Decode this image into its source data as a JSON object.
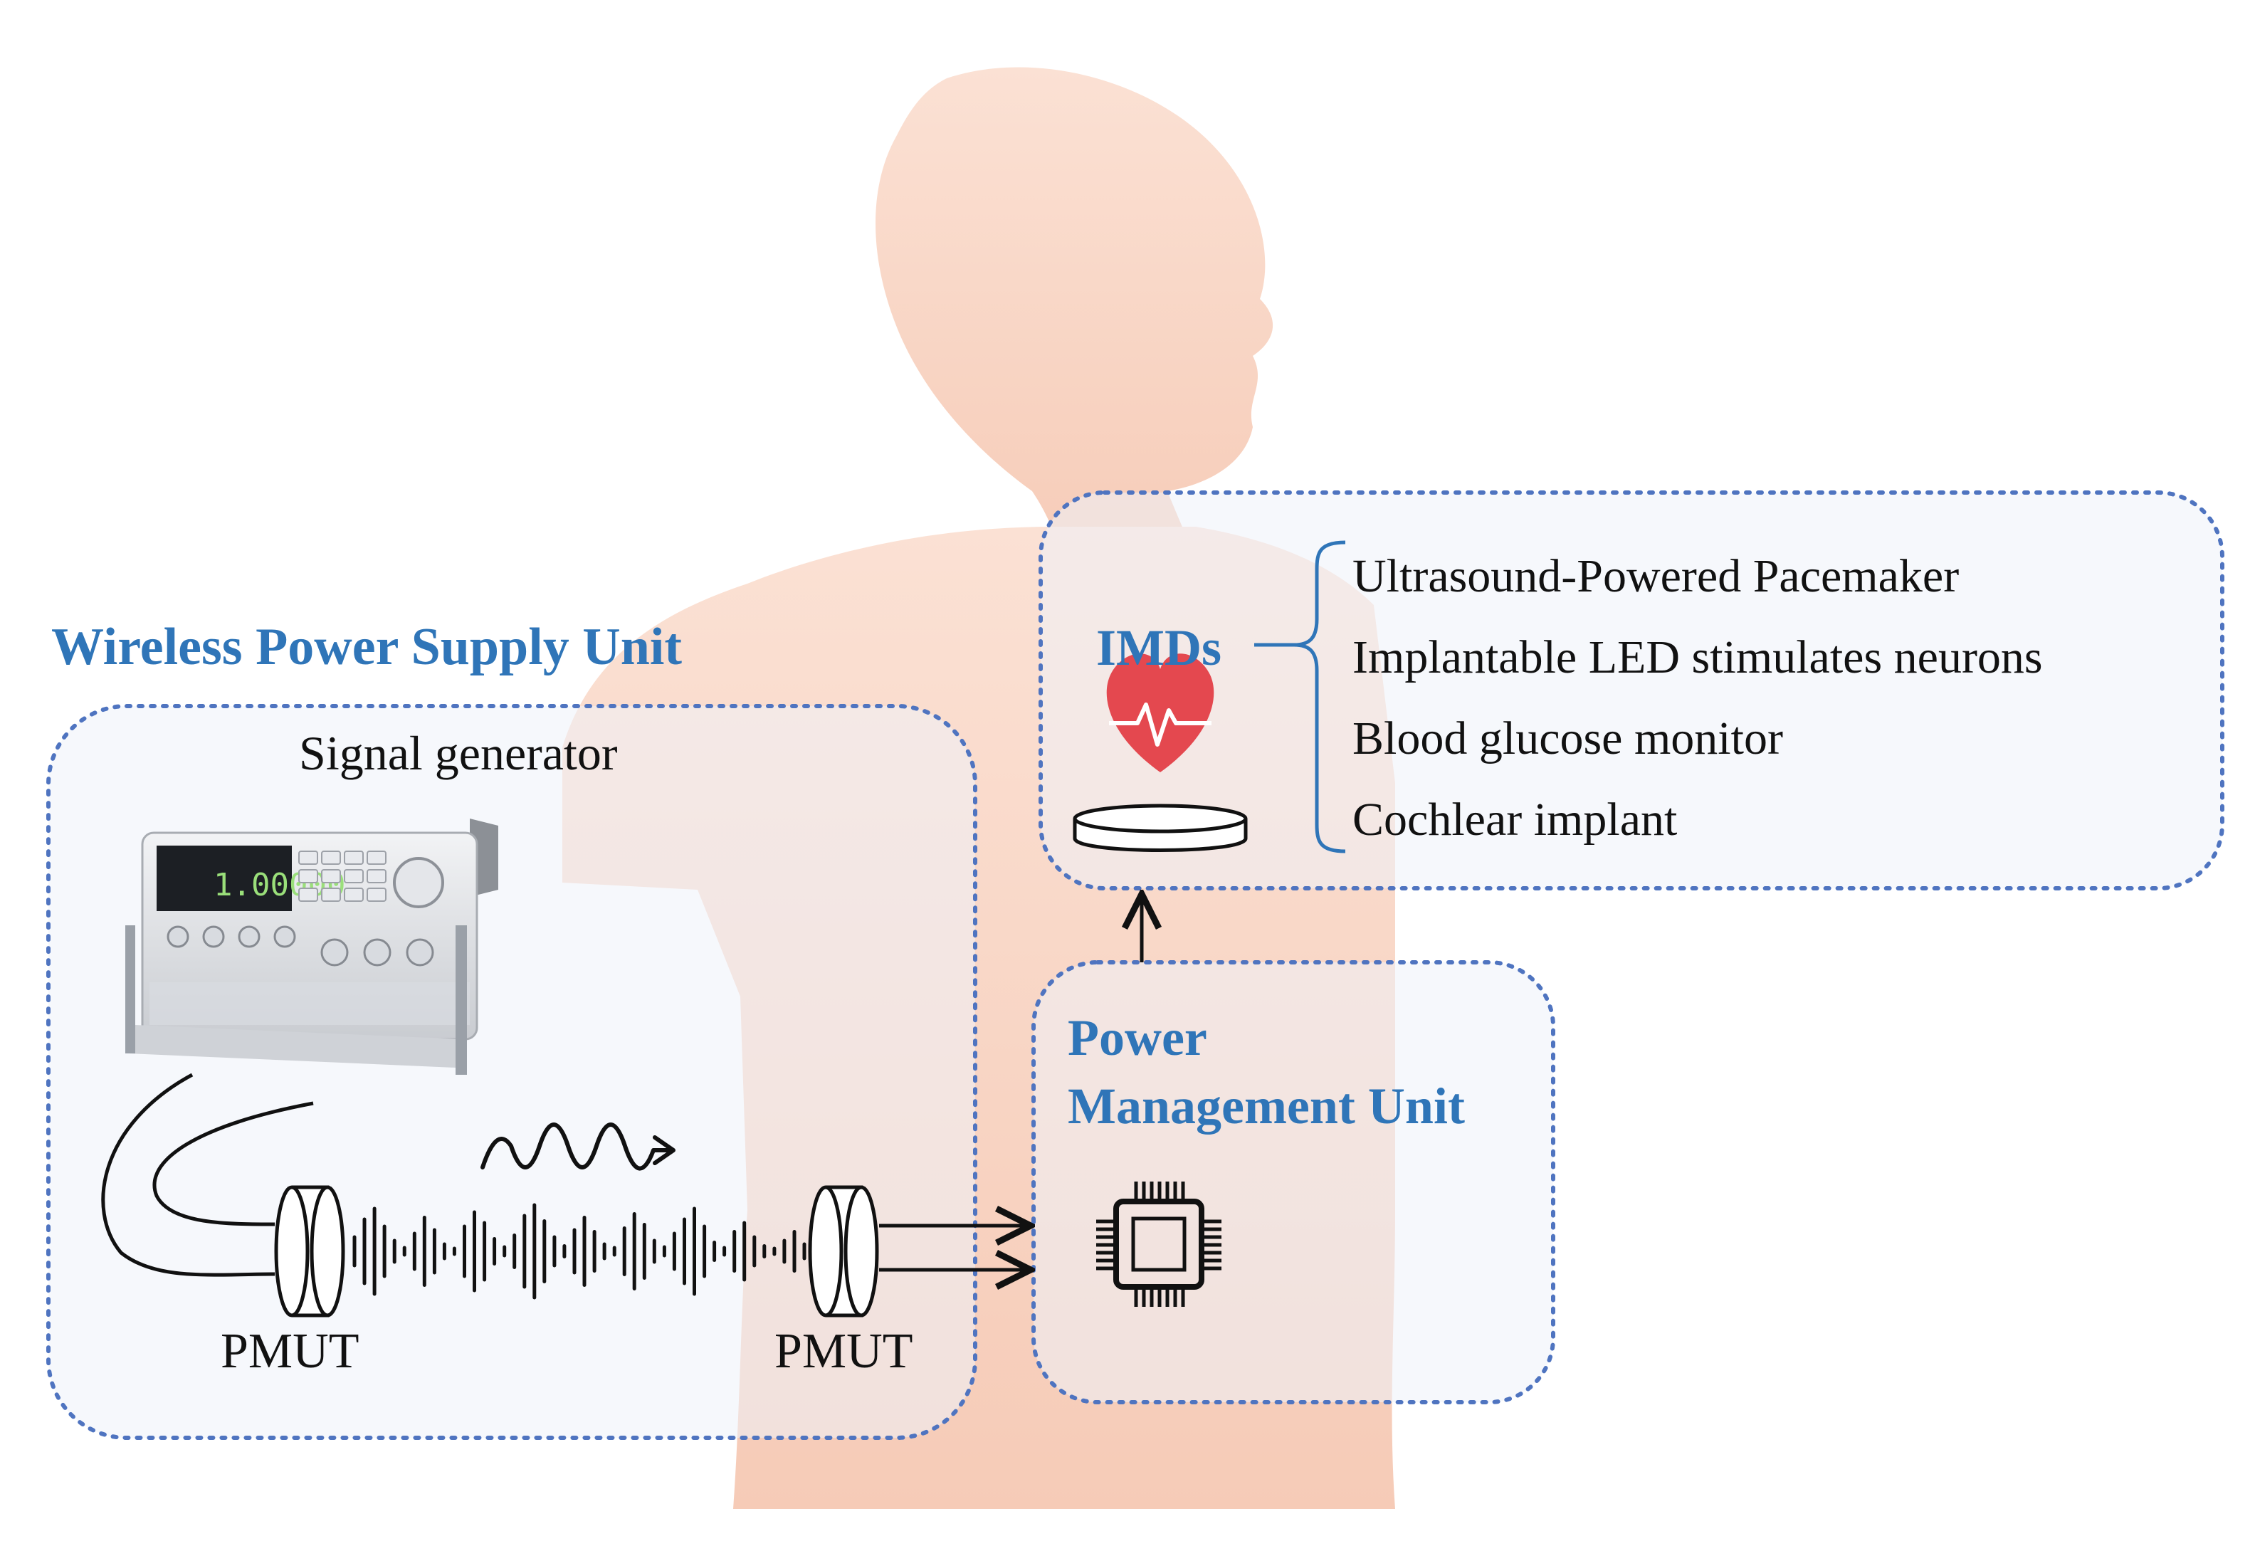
{
  "wireless_unit": {
    "title": "Wireless Power Supply Unit",
    "generator_label": "Signal generator",
    "generator_display": "1.00000",
    "transmitter_label": "PMUT",
    "receiver_label": "PMUT"
  },
  "power_management": {
    "title": "Power\nManagement Unit"
  },
  "imds": {
    "title": "IMDs",
    "items": [
      "Ultrasound-Powered Pacemaker",
      "Implantable LED stimulates neurons",
      "Blood glucose monitor",
      "Cochlear implant"
    ]
  },
  "colors": {
    "title_blue": "#2f75b8",
    "box_border": "#4f74c0",
    "box_fill": "#eef3fa",
    "skin": "#f9d8c9",
    "heart_red": "#e4484f",
    "ink": "#111111"
  },
  "icons": {
    "generator": "signal-generator-icon",
    "chip": "microchip-icon",
    "heart": "heartbeat-icon",
    "wave": "sine-wave-arrow-icon"
  }
}
